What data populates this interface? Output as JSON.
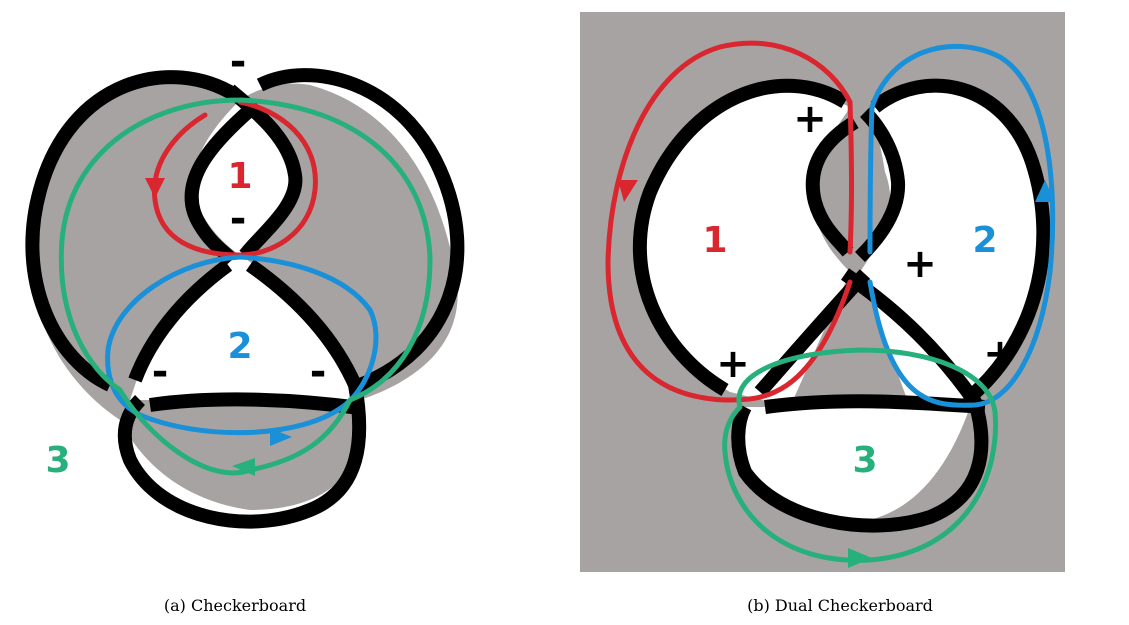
{
  "panel_a": {
    "caption": "(a) Checkerboard",
    "region_labels": [
      "1",
      "2",
      "3"
    ],
    "crossing_signs": [
      "-",
      "-",
      "-",
      "-"
    ]
  },
  "panel_b": {
    "caption": "(b) Dual Checkerboard",
    "region_labels": [
      "1",
      "2",
      "3"
    ],
    "crossing_signs": [
      "+",
      "+",
      "+",
      "+"
    ]
  },
  "colors": {
    "knot": "#000000",
    "shaded_region": "#a8a3a3",
    "loop_1": "#d9262f",
    "loop_2": "#1a90d8",
    "loop_3": "#27b07c"
  }
}
